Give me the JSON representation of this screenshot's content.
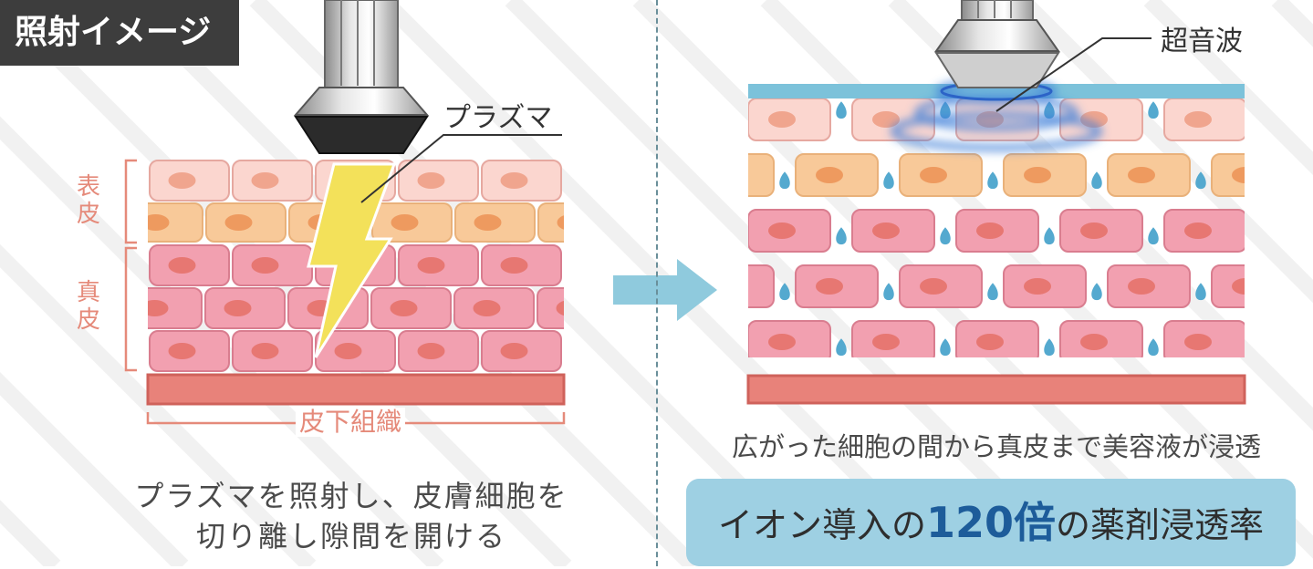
{
  "badge": {
    "title": "照射イメージ"
  },
  "left": {
    "labels": {
      "epidermis": "表皮",
      "dermis": "真皮",
      "subcutaneous": "皮下組織"
    },
    "callout": "プラズマ",
    "caption": {
      "line1": "プラズマを照射し、皮膚細胞を",
      "line2": "切り離し隙間を開ける"
    }
  },
  "right": {
    "callout": "超音波",
    "caption": "広がった細胞の間から真皮まで美容液が浸透",
    "banner": {
      "pre": "イオン導入の",
      "highlight": "120倍",
      "post": "の薬剤浸透率"
    }
  },
  "colors": {
    "epidermis_top": "#fbd6cf",
    "epidermis_bottom": "#f8c999",
    "dermis_cell": "#f2a0b0",
    "nucleus": "#e77772",
    "base_layer": "#e8827a",
    "lightning": "#f3e15a",
    "water_drop": "#54a9cf",
    "arrow": "#8fcadd",
    "banner_bg": "#9ed0e3",
    "label_color": "#e58a7a"
  },
  "icons": {
    "applicator": "device-head-icon",
    "bolt": "lightning-icon",
    "drop": "water-drop-icon",
    "arrow": "right-arrow-icon"
  }
}
